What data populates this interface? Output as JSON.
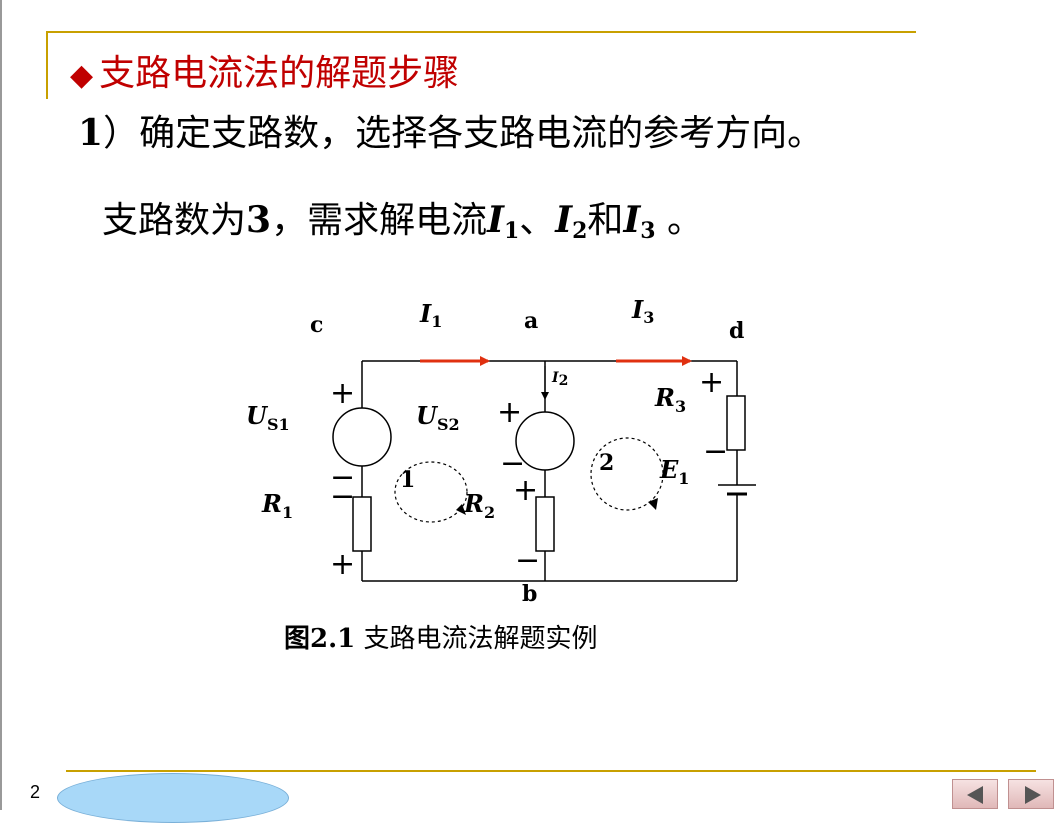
{
  "title": {
    "bullet": "◆",
    "text": "支路电流法的解题步骤"
  },
  "step1": {
    "num": "1",
    "text": "）确定支路数，选择各支路电流的参考方向。"
  },
  "line2": {
    "pre": "支路数为",
    "num": "3",
    "mid": "，需求解电流",
    "I1": "I",
    "I1_sub": "1",
    "sep1": "、",
    "I2": "I",
    "I2_sub": "2",
    "and": "和",
    "I3": "I",
    "I3_sub": "3",
    "end": " 。"
  },
  "circuit": {
    "nodes": {
      "c": "c",
      "a": "a",
      "d": "d",
      "b": "b"
    },
    "currents": [
      {
        "sym": "I",
        "sub": "1"
      },
      {
        "sym": "I",
        "sub": "2"
      },
      {
        "sym": "I",
        "sub": "3"
      }
    ],
    "sources": [
      {
        "sym": "U",
        "sub": "S1"
      },
      {
        "sym": "U",
        "sub": "S2"
      },
      {
        "sym": "E",
        "sub": "1"
      }
    ],
    "resistors": [
      {
        "sym": "R",
        "sub": "1"
      },
      {
        "sym": "R",
        "sub": "2"
      },
      {
        "sym": "R",
        "sub": "3"
      }
    ],
    "loops": [
      "1",
      "2"
    ],
    "plus": "+",
    "minus": "−",
    "wire_color": "#000000",
    "current_arrow_color": "#e03010"
  },
  "caption": {
    "fig": "图2.1",
    "text": " 支路电流法解题实例"
  },
  "footer": {
    "page": "2"
  }
}
